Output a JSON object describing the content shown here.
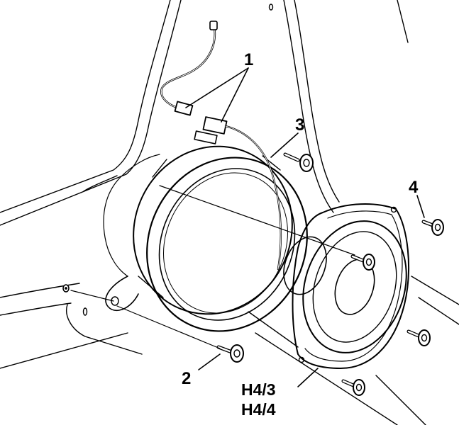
{
  "diagram": {
    "callouts": {
      "c1": "1",
      "c2": "2",
      "c3": "3",
      "c4": "4",
      "h43": "H4/3",
      "h44": "H4/4"
    },
    "colors": {
      "line": "#000000",
      "paper": "#ffffff"
    }
  }
}
